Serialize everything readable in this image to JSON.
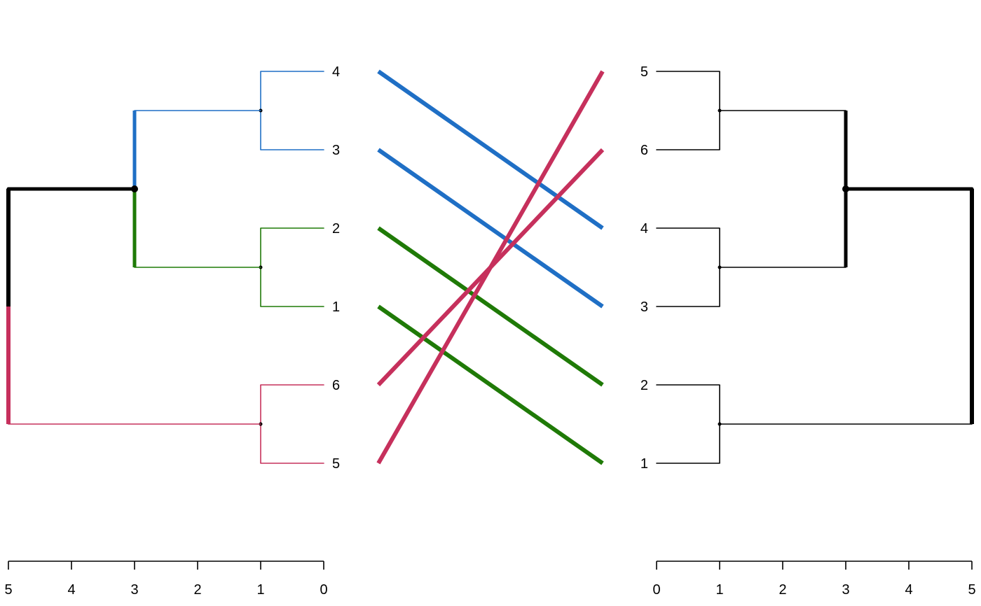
{
  "chart_data": {
    "type": "tanglegram",
    "colors": {
      "blue": "#1f6fc5",
      "green": "#1f7a07",
      "red": "#c6305c",
      "black": "#000000"
    },
    "left": {
      "axis_ticks": [
        5,
        4,
        3,
        2,
        1,
        0
      ],
      "xlim": [
        5,
        0
      ],
      "leaf_order_top_to_bottom": [
        "4",
        "3",
        "2",
        "1",
        "6",
        "5"
      ],
      "merges": [
        {
          "id": "a",
          "children": [
            "4",
            "3"
          ],
          "height": 1,
          "color": "blue"
        },
        {
          "id": "b",
          "children": [
            "2",
            "1"
          ],
          "height": 1,
          "color": "green"
        },
        {
          "id": "c",
          "children": [
            "6",
            "5"
          ],
          "height": 1,
          "color": "red"
        },
        {
          "id": "d",
          "children": [
            "a",
            "b"
          ],
          "height": 3,
          "color": "black"
        },
        {
          "id": "root",
          "children": [
            "d",
            "c"
          ],
          "height": 5,
          "color": "black"
        }
      ]
    },
    "right": {
      "axis_ticks": [
        0,
        1,
        2,
        3,
        4,
        5
      ],
      "xlim": [
        0,
        5
      ],
      "leaf_order_top_to_bottom": [
        "5",
        "6",
        "4",
        "3",
        "2",
        "1"
      ],
      "merges": [
        {
          "id": "a",
          "children": [
            "5",
            "6"
          ],
          "height": 1,
          "color": "black"
        },
        {
          "id": "b",
          "children": [
            "4",
            "3"
          ],
          "height": 1,
          "color": "black"
        },
        {
          "id": "c",
          "children": [
            "2",
            "1"
          ],
          "height": 1,
          "color": "black"
        },
        {
          "id": "d",
          "children": [
            "a",
            "b"
          ],
          "height": 3,
          "color": "black"
        },
        {
          "id": "root",
          "children": [
            "d",
            "c"
          ],
          "height": 5,
          "color": "black"
        }
      ]
    },
    "connectors": [
      {
        "label": "4",
        "color": "blue"
      },
      {
        "label": "3",
        "color": "blue"
      },
      {
        "label": "2",
        "color": "green"
      },
      {
        "label": "1",
        "color": "green"
      },
      {
        "label": "6",
        "color": "red"
      },
      {
        "label": "5",
        "color": "red"
      }
    ]
  }
}
